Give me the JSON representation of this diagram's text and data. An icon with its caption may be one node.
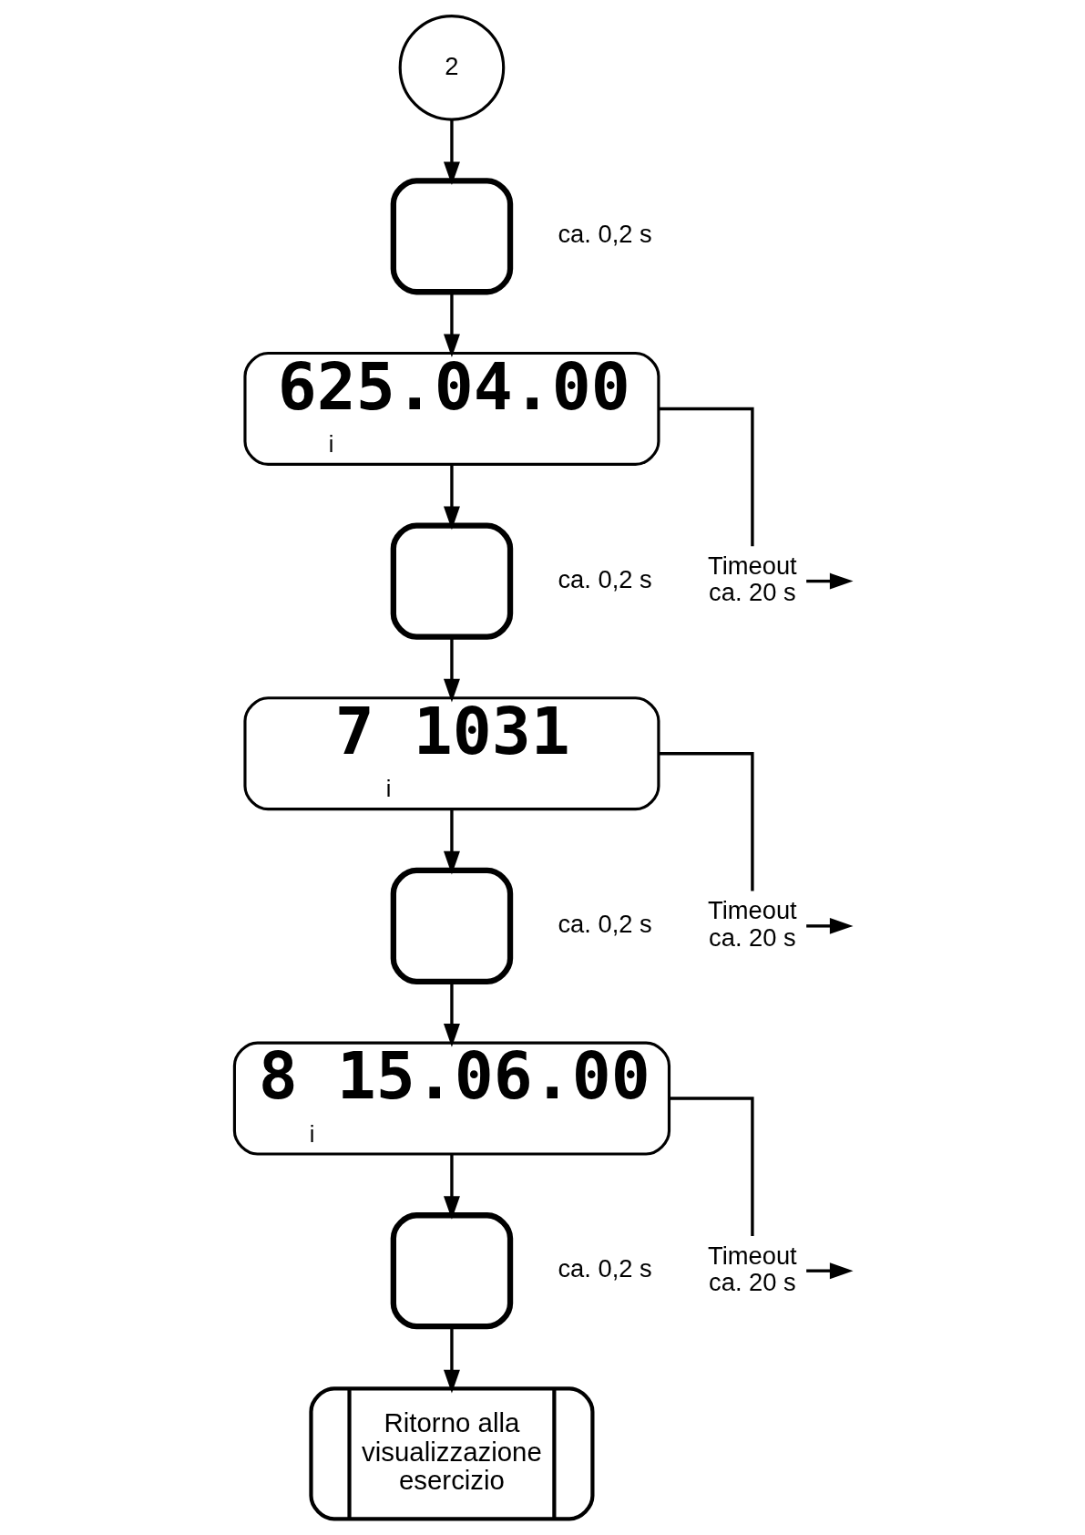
{
  "diagram": {
    "nodes": [
      {
        "text": [
          "2"
        ]
      },
      {
        "text": [],
        "shape": "box",
        "beside": [
          "ca. 0,2 s"
        ]
      },
      {
        "text": [
          "625.04.00",
          "i"
        ]
      },
      {
        "text": [
          "Timeout ca. 20 s"
        ]
      },
      {
        "text": [],
        "shape": "box",
        "beside": [
          "ca. 0,2 s"
        ]
      },
      {
        "text": [
          "7 1031",
          "i"
        ]
      },
      {
        "text": [
          "Timeout ca. 20 s"
        ]
      },
      {
        "text": [],
        "shape": "box",
        "beside": [
          "ca. 0,2 s"
        ]
      },
      {
        "text": [
          "8 15.06.00",
          "i"
        ]
      },
      {
        "text": [
          "Timeout ca. 20 s"
        ]
      },
      {
        "text": [],
        "shape": "box",
        "beside": [
          "ca. 0,2 s"
        ]
      },
      {
        "text": [
          "Ritorno alla visualizzazione esercizio"
        ]
      }
    ],
    "edges": [
      {
        "from": 0,
        "to": 1,
        "arrow": "to"
      },
      {
        "from": 1,
        "to": 2,
        "arrow": "to"
      },
      {
        "from": 2,
        "to": 3,
        "arrow": "none"
      },
      {
        "from": 3,
        "to": null,
        "arrow": "to"
      },
      {
        "from": 2,
        "to": 4,
        "arrow": "to"
      },
      {
        "from": 4,
        "to": 5,
        "arrow": "to"
      },
      {
        "from": 5,
        "to": 6,
        "arrow": "none"
      },
      {
        "from": 6,
        "to": null,
        "arrow": "to"
      },
      {
        "from": 5,
        "to": 7,
        "arrow": "to"
      },
      {
        "from": 7,
        "to": 8,
        "arrow": "to"
      },
      {
        "from": 8,
        "to": 9,
        "arrow": "none"
      },
      {
        "from": 9,
        "to": null,
        "arrow": "to"
      },
      {
        "from": 8,
        "to": 10,
        "arrow": "to"
      },
      {
        "from": 10,
        "to": 11,
        "arrow": "to"
      }
    ]
  }
}
